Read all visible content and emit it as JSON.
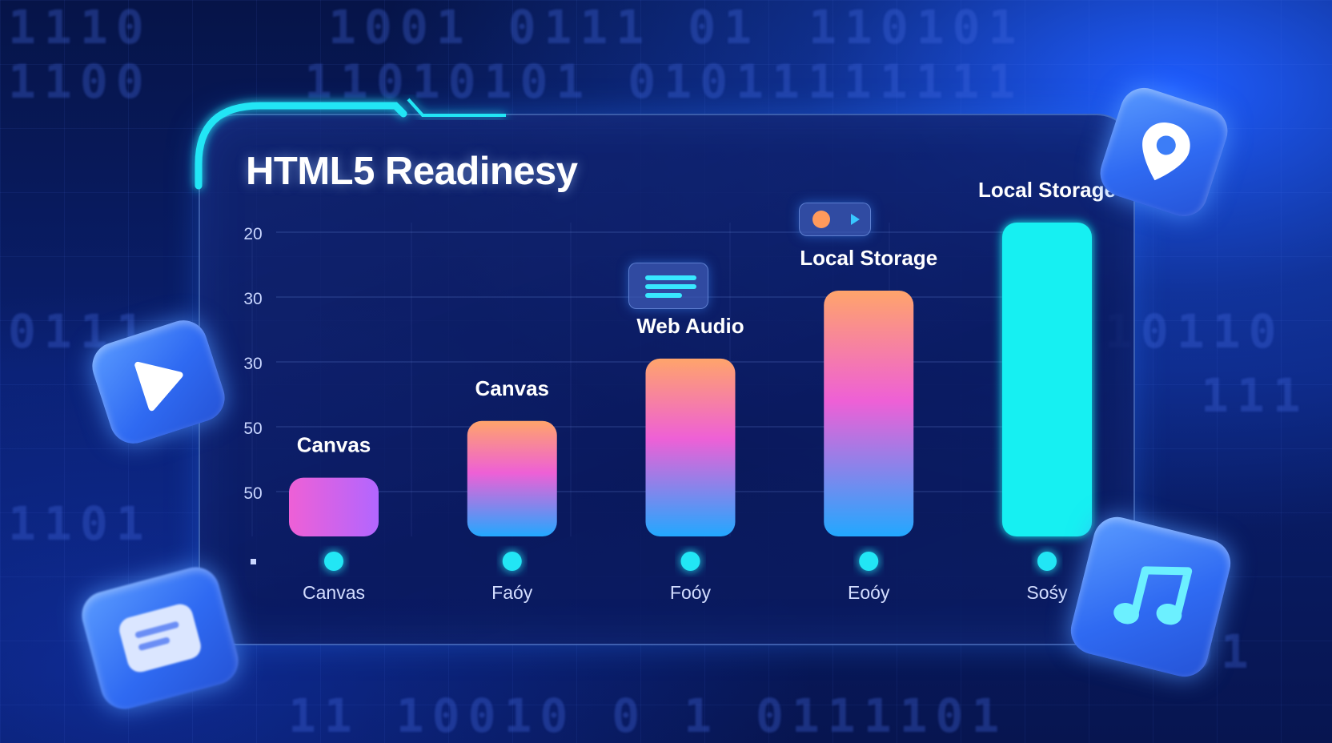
{
  "colors": {
    "accent": "#22e6f5",
    "bar_top": "#ffa46b",
    "bar_mid": "#ee60d6",
    "bar_bottom": "#22a8ff",
    "bar_solid": "#19f0f2"
  },
  "icons": [
    "play-icon",
    "location-pin-icon",
    "document-icon",
    "music-note-icon",
    "menu-lines-icon",
    "record-play-icon"
  ],
  "chart_data": {
    "type": "bar",
    "title": "HTML5 Readinesy",
    "xlabel": "",
    "ylabel": "",
    "y_tick_labels": [
      "20",
      "30",
      "30",
      "50",
      "50"
    ],
    "categories": [
      "Canvas",
      "Faóy",
      "Foóy",
      "Eoóy",
      "Sośy"
    ],
    "bar_labels": [
      "Canvas",
      "Canvas",
      "Web Audio",
      "Local Storage",
      "Local Storage"
    ],
    "values": [
      10,
      30,
      52,
      76,
      100
    ],
    "ylim": [
      0,
      100
    ],
    "grid": true,
    "legend": "none"
  }
}
